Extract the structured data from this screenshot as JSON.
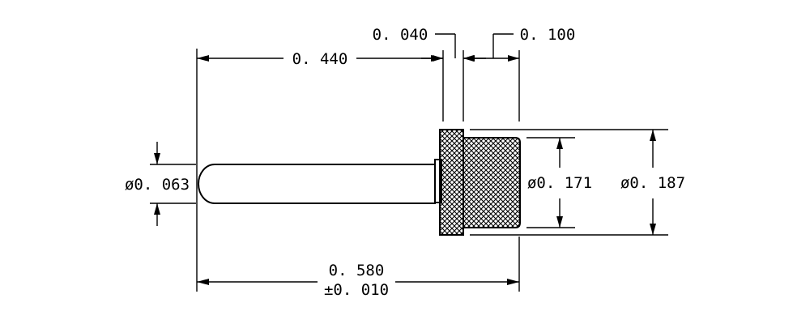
{
  "drawing": {
    "dimensions": {
      "pin_length": "0. 440",
      "collar_length": "0. 040",
      "knurl_length": "0. 100",
      "pin_diameter": "ø0. 063",
      "knurl_inner_diameter": "ø0. 171",
      "knurl_outer_diameter": "ø0. 187",
      "overall_length": "0. 580",
      "overall_tolerance": "±0. 010"
    },
    "colors": {
      "line": "#000000",
      "background": "#ffffff"
    }
  }
}
